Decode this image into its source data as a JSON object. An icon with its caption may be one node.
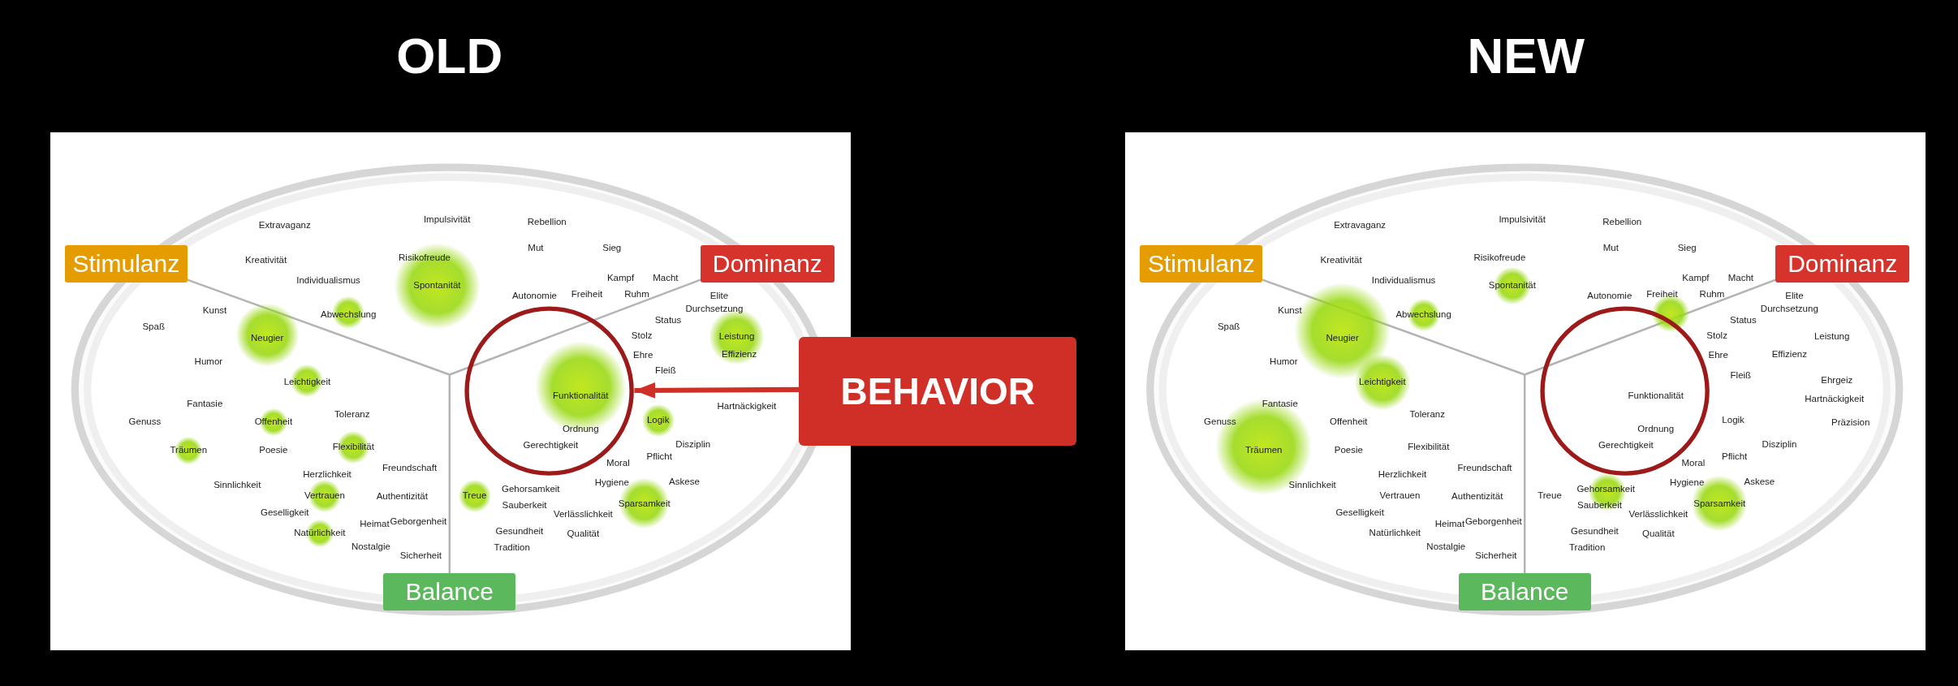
{
  "diagram": {
    "nodes": [
      {
        "text": [
          "Stimulanz"
        ]
      },
      {
        "text": [
          "Dominanz"
        ]
      },
      {
        "text": [],
        "shape": "circle"
      },
      {
        "text": [
          "BEHAVIOR"
        ]
      },
      {
        "text": [
          "Balance"
        ]
      },
      {
        "text": [
          "Stimulanz"
        ]
      },
      {
        "text": [
          "Dominanz"
        ]
      },
      {
        "text": [],
        "shape": "circle"
      },
      {
        "text": [
          "Balance"
        ]
      }
    ],
    "edges": [
      {
        "from": 3,
        "to": 2,
        "arrow": "to"
      }
    ],
    "labels": [
      "OLD",
      "NEW",
      "Extravaganz",
      "Impulsivität",
      "Rebellion",
      "Kreativität",
      "Risikofreude",
      "Mut",
      "Sieg",
      "Individualismus",
      "Kampf",
      "Macht",
      "Spontanität",
      "Autonomie",
      "Freiheit",
      "Ruhm",
      "Elite",
      "Durchsetzung",
      "Kunst",
      "Abwechslung",
      "Status",
      "Spaß",
      "Neugier",
      "Stolz",
      "Leistung",
      "Ehre",
      "Effizienz",
      "Humor",
      "Fleiß",
      "Leichtigkeit",
      "Funktionalität",
      "Hartnäckigkeit",
      "Fantasie",
      "Toleranz",
      "Offenheit",
      "Genuss",
      "Logik",
      "Ordnung",
      "Disziplin",
      "Gerechtigkeit",
      "Flexibilität",
      "Poesie",
      "Träumen",
      "Pflicht",
      "Moral",
      "Freundschaft",
      "Herzlichkeit",
      "Askese",
      "Hygiene",
      "Sinnlichkeit",
      "Gehorsamkeit",
      "Vertrauen",
      "Authentizität",
      "Treue",
      "Sparsamkeit",
      "Sauberkeit",
      "Verlässlichkeit",
      "Geselligkeit",
      "Geborgenheit",
      "Heimat",
      "Natürlichkeit",
      "Gesundheit",
      "Qualität",
      "Nostalgie",
      "Tradition",
      "Sicherheit",
      "Extravaganz",
      "Impulsivität",
      "Rebellion",
      "Kreativität",
      "Risikofreude",
      "Mut",
      "Sieg",
      "Individualismus",
      "Kampf",
      "Macht",
      "Spontanität",
      "Autonomie",
      "Freiheit",
      "Ruhm",
      "Elite",
      "Durchsetzung",
      "Kunst",
      "Abwechslung",
      "Status",
      "Spaß",
      "Neugier",
      "Stolz",
      "Leistung",
      "Ehre",
      "Effizienz",
      "Humor",
      "Fleiß",
      "Ehrgeiz",
      "Leichtigkeit",
      "Funktionalität",
      "Hartnäckigkeit",
      "Fantasie",
      "Toleranz",
      "Offenheit",
      "Genuss",
      "Logik",
      "Präzision",
      "Ordnung",
      "Disziplin",
      "Gerechtigkeit",
      "Flexibilität",
      "Poesie",
      "Träumen",
      "Pflicht",
      "Moral",
      "Freundschaft",
      "Herzlichkeit",
      "Askese",
      "Hygiene",
      "Sinnlichkeit",
      "Gehorsamkeit",
      "Vertrauen",
      "Authentizität",
      "Treue",
      "Sparsamkeit",
      "Sauberkeit",
      "Verlässlichkeit",
      "Geselligkeit",
      "Geborgenheit",
      "Heimat",
      "Natürlichkeit",
      "Gesundheit",
      "Qualität",
      "Nostalgie",
      "Tradition",
      "Sicherheit"
    ]
  }
}
